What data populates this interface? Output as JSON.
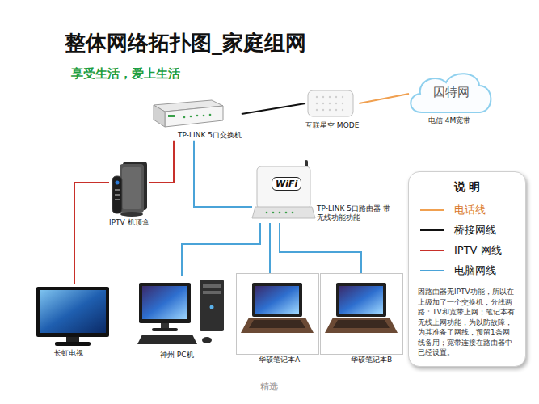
{
  "diagram": {
    "title": "整体网络拓扑图_家庭组网",
    "nodes": [
      {
        "text": [
          "TP-LINK 5口交换机"
        ]
      },
      {
        "text": [
          "互联星空 MODE"
        ]
      },
      {
        "text": [
          "因特网",
          "电信 4M宽带"
        ]
      },
      {
        "text": [
          "IPTV 机顶盒"
        ]
      },
      {
        "text": [
          "TP-LINK 5口路由器 带无线功能功能"
        ]
      },
      {
        "text": [
          "说 明",
          "因路由器无IPTV功能，所以在上级加了一个交换机，分线两路：TV和宽带上网；笔记本有无线上网功能，为以防故障，为其准备了网线，预留1条网线备用；宽带连接在路由器中已经设置。"
        ]
      },
      {
        "text": [
          "长虹电视"
        ]
      },
      {
        "text": [
          "神州 PC机"
        ]
      },
      {
        "text": [
          "华硕笔记本A"
        ]
      },
      {
        "text": [
          "华硕笔记本B"
        ]
      }
    ],
    "edges": [
      {
        "from": 0,
        "to": 1,
        "arrow": "none"
      },
      {
        "from": 1,
        "to": 2,
        "arrow": "none"
      },
      {
        "from": 0,
        "to": 3,
        "arrow": "none"
      },
      {
        "from": 0,
        "to": 4,
        "arrow": "none"
      },
      {
        "from": 3,
        "to": 6,
        "arrow": "none"
      },
      {
        "from": 4,
        "to": 7,
        "arrow": "none"
      },
      {
        "from": 4,
        "to": 8,
        "arrow": "none"
      },
      {
        "from": 4,
        "to": 9,
        "arrow": "none"
      }
    ],
    "labels": [
      "享受生活，爱上生活",
      "WiFi",
      "精选"
    ],
    "legend": [
      {
        "text": "电话线"
      },
      {
        "text": "桥接网线"
      },
      {
        "text": "IPTV 网线"
      },
      {
        "text": "电脑网线"
      }
    ]
  }
}
